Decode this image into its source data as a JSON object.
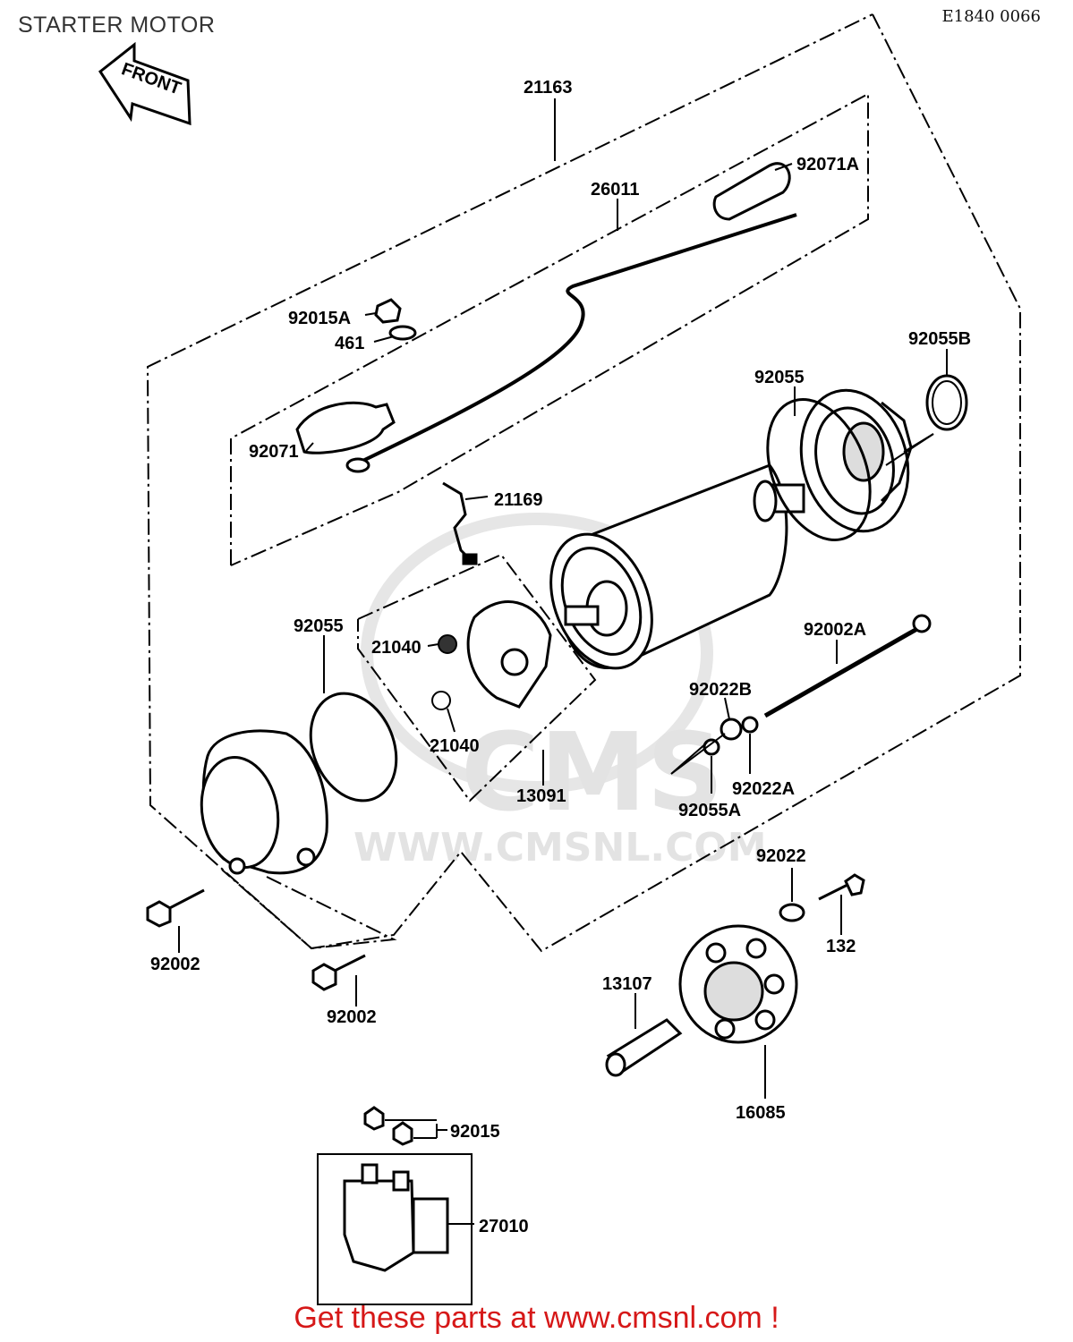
{
  "header": {
    "title": "STARTER MOTOR",
    "diagram_code": "E1840 0066"
  },
  "front_arrow": {
    "label": "FRONT"
  },
  "watermark": {
    "brand": "CMS",
    "url": "WWW.CMSNL.COM"
  },
  "parts": [
    {
      "id": "p21163",
      "label": "21163"
    },
    {
      "id": "p26011",
      "label": "26011"
    },
    {
      "id": "p92071A",
      "label": "92071A"
    },
    {
      "id": "p92015A",
      "label": "92015A"
    },
    {
      "id": "p461",
      "label": "461"
    },
    {
      "id": "p92055B",
      "label": "92055B"
    },
    {
      "id": "p92055_top",
      "label": "92055"
    },
    {
      "id": "p92071",
      "label": "92071"
    },
    {
      "id": "p21169",
      "label": "21169"
    },
    {
      "id": "p92055_left",
      "label": "92055"
    },
    {
      "id": "p21040_a",
      "label": "21040"
    },
    {
      "id": "p21040_b",
      "label": "21040"
    },
    {
      "id": "p13091",
      "label": "13091"
    },
    {
      "id": "p92002A",
      "label": "92002A"
    },
    {
      "id": "p92022B",
      "label": "92022B"
    },
    {
      "id": "p92022A",
      "label": "92022A"
    },
    {
      "id": "p92055A",
      "label": "92055A"
    },
    {
      "id": "p92022",
      "label": "92022"
    },
    {
      "id": "p132",
      "label": "132"
    },
    {
      "id": "p92002_a",
      "label": "92002"
    },
    {
      "id": "p92002_b",
      "label": "92002"
    },
    {
      "id": "p13107",
      "label": "13107"
    },
    {
      "id": "p16085",
      "label": "16085"
    },
    {
      "id": "p92015",
      "label": "92015"
    },
    {
      "id": "p27010",
      "label": "27010"
    }
  ],
  "footer": {
    "text": "Get these parts at www.cmsnl.com !"
  }
}
